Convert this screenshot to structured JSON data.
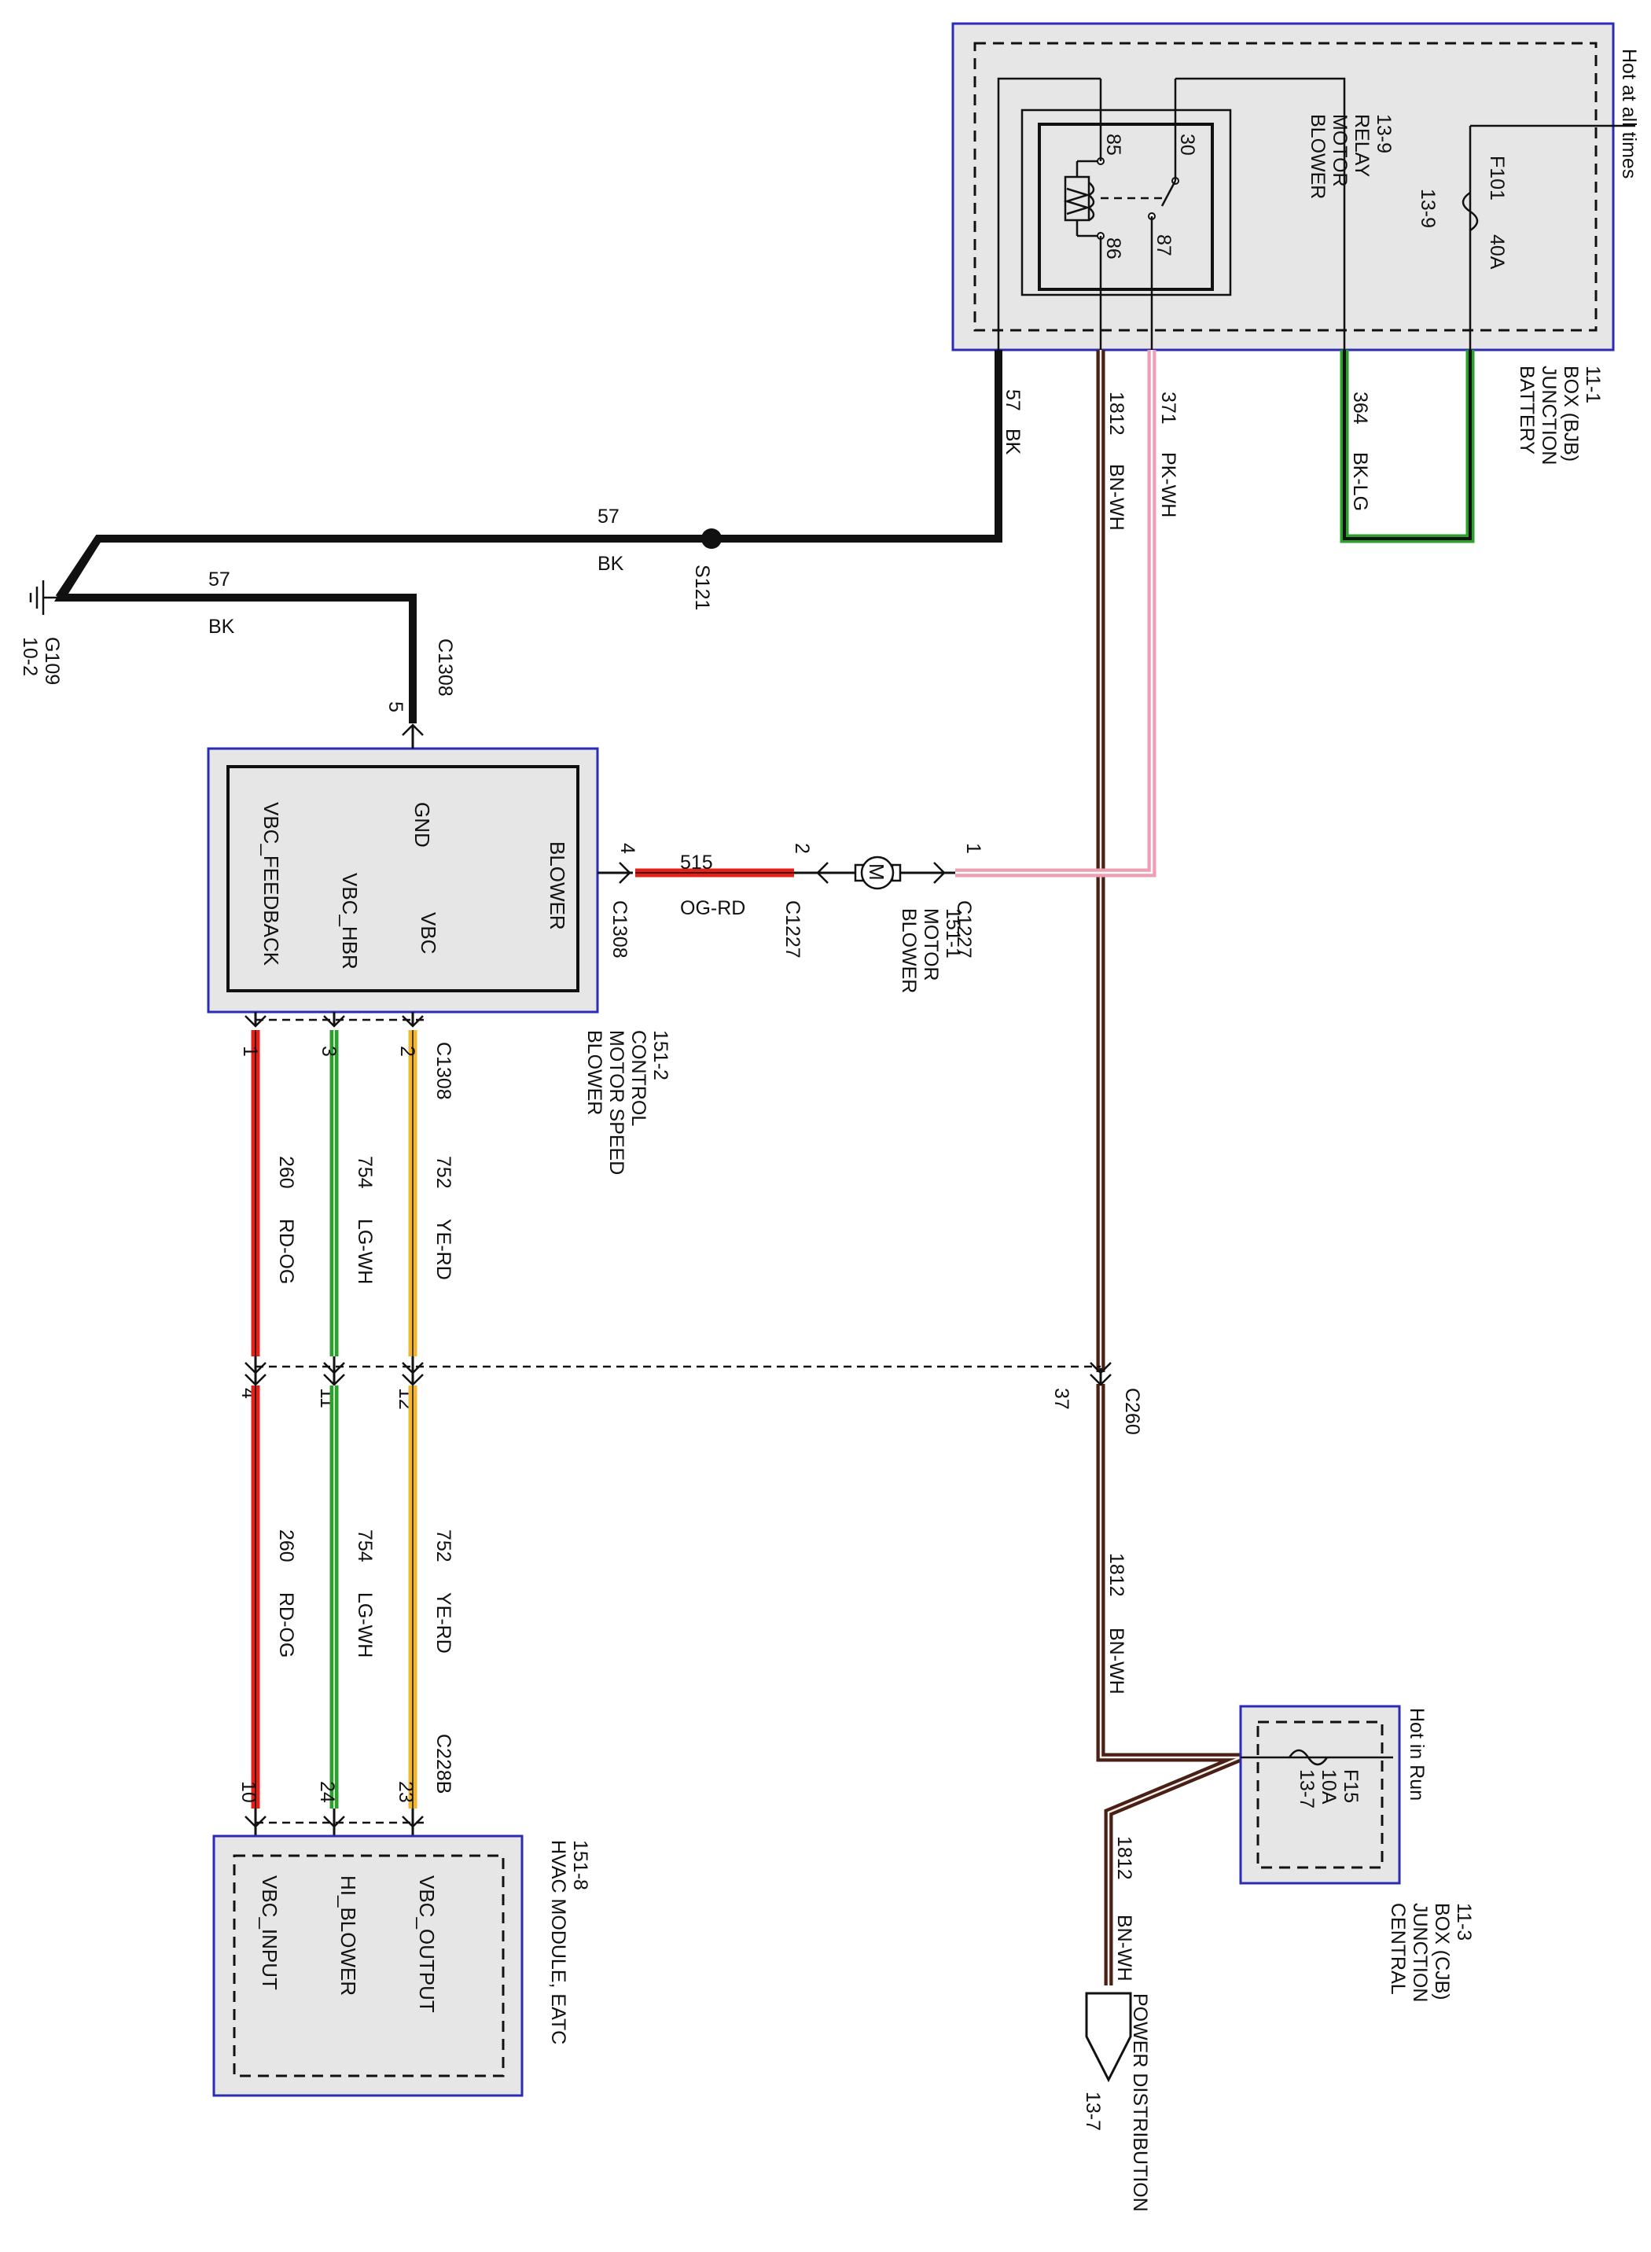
{
  "modules": {
    "bjb": {
      "name": "BATTERY\nJUNCTION\nBOX (BJB)\n11-1",
      "hot": "Hot at all times"
    },
    "relay": {
      "name": "BLOWER\nMOTOR\nRELAY\n13-9",
      "pins": {
        "p85": "85",
        "p86": "86",
        "p30": "30",
        "p87": "87"
      }
    },
    "fuse_f101": {
      "id": "F101",
      "rating": "40A",
      "ref": "13-9"
    },
    "bmsc": {
      "name": "BLOWER\nMOTOR SPEED\nCONTROL\n151-2",
      "pins": {
        "blower": "BLOWER",
        "gnd": "GND",
        "vbc": "VBC",
        "vbc_hbr": "VBC_HBR",
        "vbc_feedback": "VBC_FEEDBACK"
      }
    },
    "blower_motor": {
      "name": "BLOWER\nMOTOR\n151-1",
      "symbol": "M"
    },
    "hvac": {
      "name": "HVAC MODULE, EATC\n151-8",
      "pins": {
        "vbc_output": "VBC_OUTPUT",
        "hi_blower": "HI_BLOWER",
        "vbc_input": "VBC_INPUT"
      }
    },
    "cjb": {
      "name": "CENTRAL\nJUNCTION\nBOX (CJB)\n11-3",
      "hot": "Hot in Run",
      "fuse": {
        "id": "F15",
        "rating": "10A",
        "ref": "13-7"
      }
    },
    "ground": {
      "id": "G109",
      "ref": "10-2"
    },
    "splice": {
      "id": "S121"
    },
    "power_dist": {
      "name": "POWER DISTRIBUTION",
      "ref": "13-7"
    }
  },
  "wires": {
    "w57_vert": {
      "circuit": "57",
      "color": "BK"
    },
    "w57_top": {
      "circuit": "57",
      "color": "BK"
    },
    "w57_low": {
      "circuit": "57",
      "color": "BK"
    },
    "w1812_top": {
      "circuit": "1812",
      "color": "BN-WH"
    },
    "w1812_mid": {
      "circuit": "1812",
      "color": "BN-WH"
    },
    "w1812_bot": {
      "circuit": "1812",
      "color": "BN-WH"
    },
    "w371": {
      "circuit": "371",
      "color": "PK-WH"
    },
    "w364": {
      "circuit": "364",
      "color": "BK-LG"
    },
    "w515": {
      "circuit": "515",
      "color": "OG-RD"
    },
    "w752a": {
      "circuit": "752",
      "color": "YE-RD"
    },
    "w754a": {
      "circuit": "754",
      "color": "LG-WH"
    },
    "w260a": {
      "circuit": "260",
      "color": "RD-OG"
    },
    "w752b": {
      "circuit": "752",
      "color": "YE-RD"
    },
    "w754b": {
      "circuit": "754",
      "color": "LG-WH"
    },
    "w260b": {
      "circuit": "260",
      "color": "RD-OG"
    }
  },
  "connectors": {
    "c1308_gnd": {
      "id": "C1308",
      "pin": "5"
    },
    "c1308_blower": {
      "id": "C1308",
      "pin": "4"
    },
    "c1227_2": {
      "id": "C1227",
      "pin": "2"
    },
    "c1227_1": {
      "id": "C1227",
      "pin": "1"
    },
    "c1308_bot": {
      "id": "C1308",
      "pins": [
        "2",
        "3",
        "1"
      ]
    },
    "c260": {
      "id": "C260",
      "pins": [
        "12",
        "11",
        "4",
        "37"
      ]
    },
    "c228b": {
      "id": "C228B",
      "pins": [
        "23",
        "24",
        "10"
      ]
    }
  },
  "colors": {
    "blue_box": "#2b2bb8",
    "bk": "#111111",
    "bn_wh": "#4a1f14",
    "pk_wh": "#ef9fb4",
    "lg": "#2ca02c",
    "rd": "#e32119",
    "ye": "#f2b632",
    "og_rd": "#e32119"
  }
}
